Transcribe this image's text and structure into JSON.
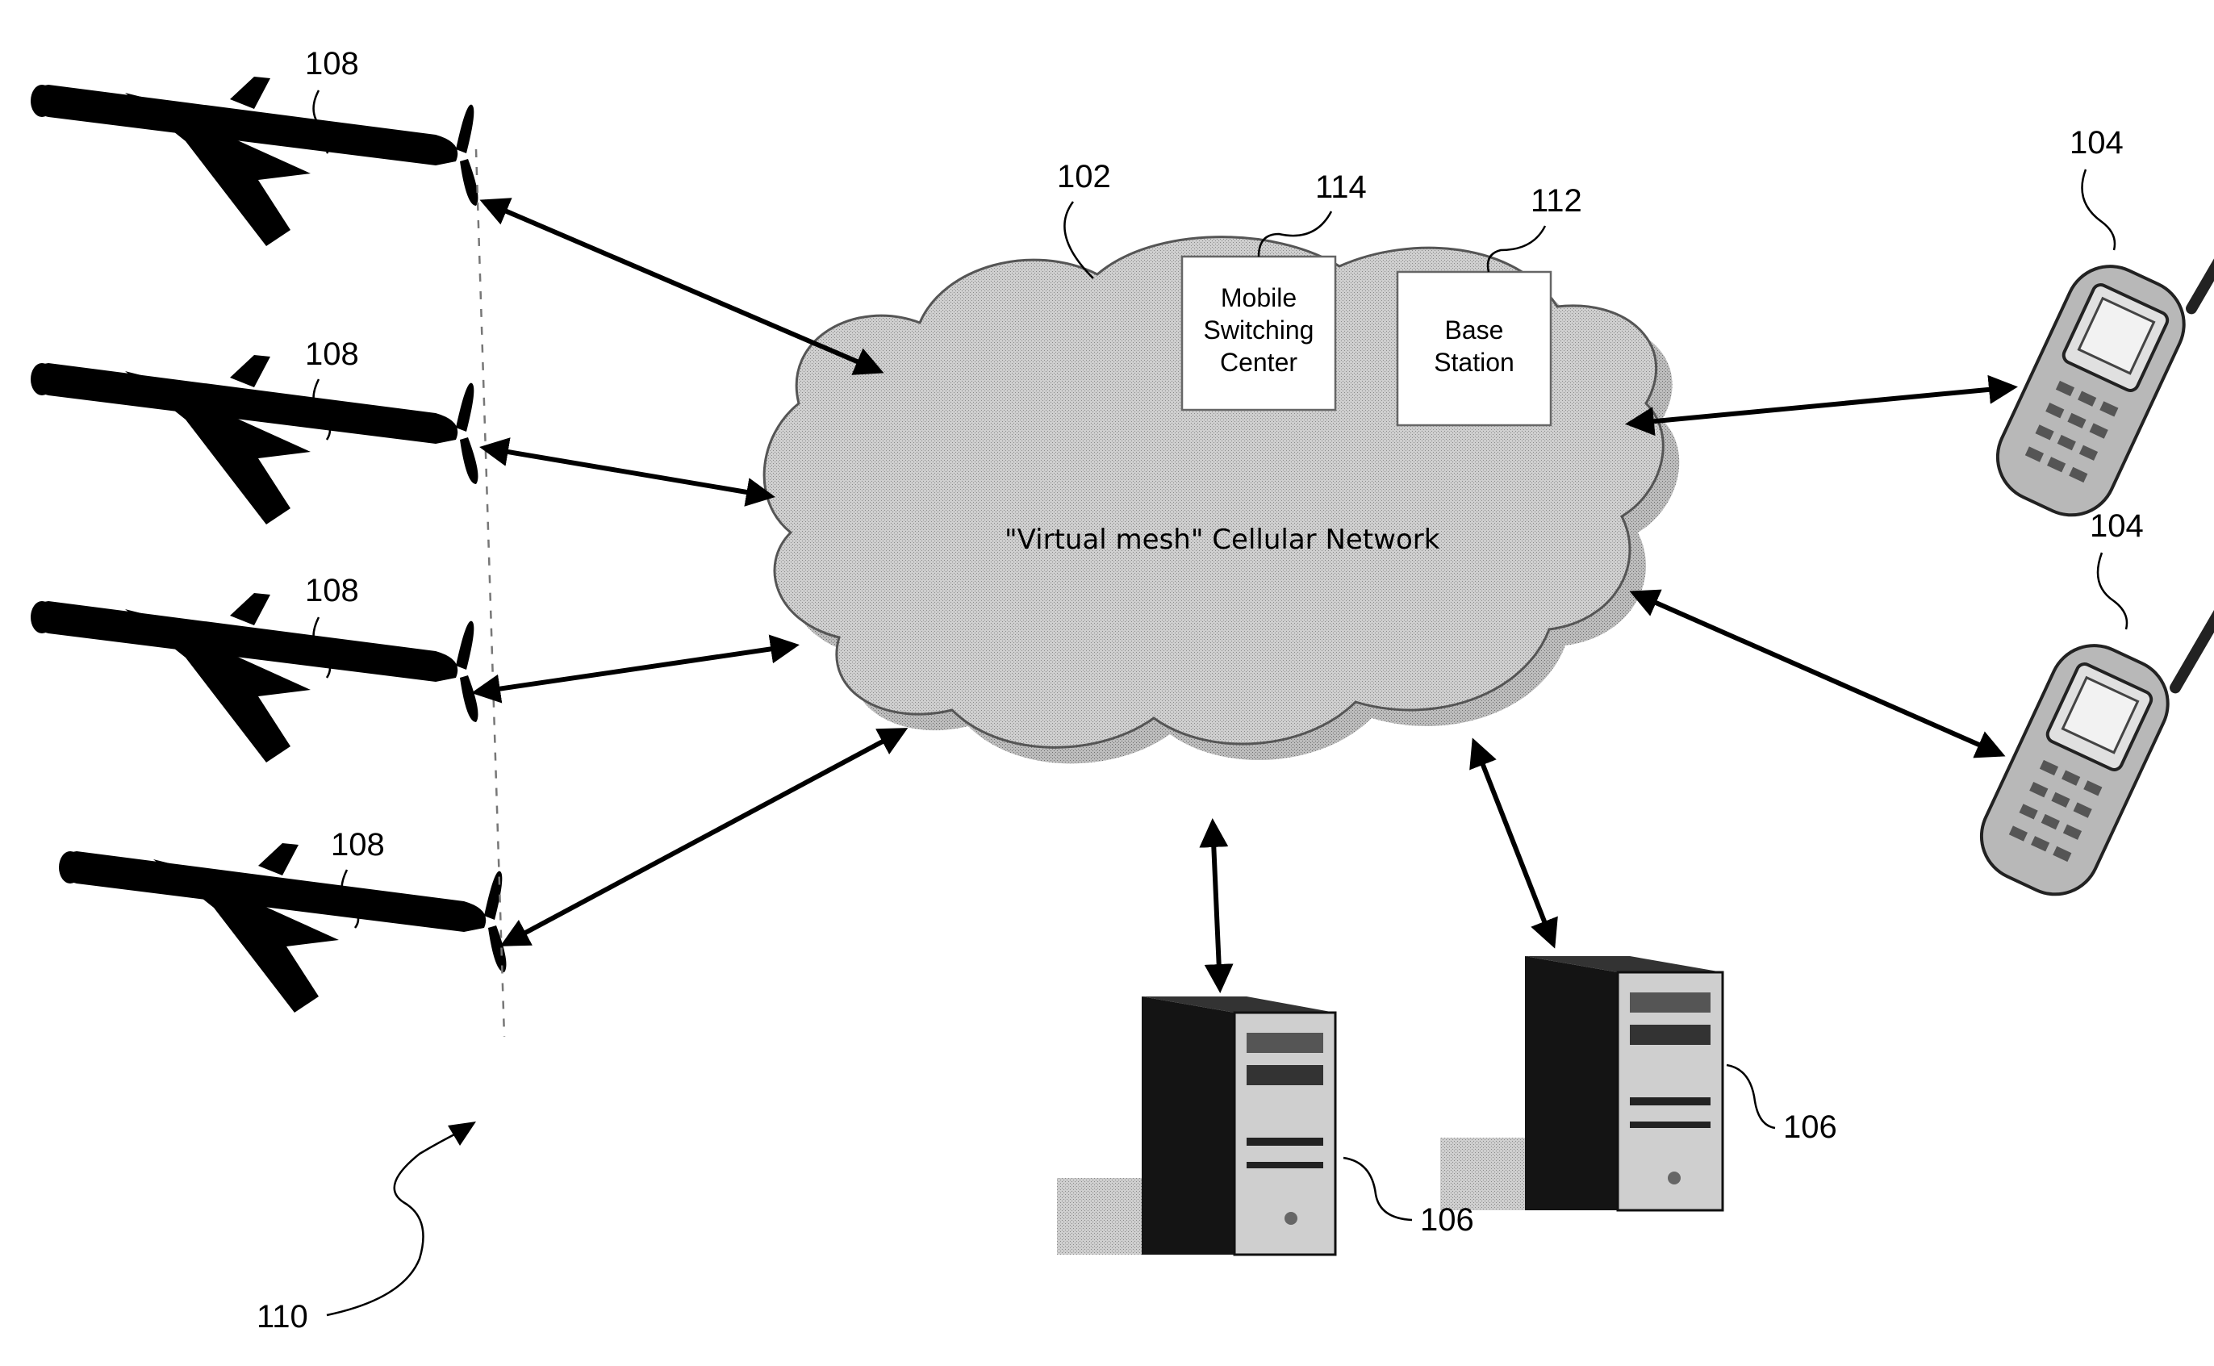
{
  "network": {
    "label": "\"Virtual mesh\" Cellular Network",
    "ref": "102"
  },
  "msc": {
    "lines": [
      "Mobile",
      "Switching",
      "Center"
    ],
    "ref": "114"
  },
  "base_station": {
    "lines": [
      "Base",
      "Station"
    ],
    "ref": "112"
  },
  "uavs": [
    {
      "ref": "108"
    },
    {
      "ref": "108"
    },
    {
      "ref": "108"
    },
    {
      "ref": "108"
    }
  ],
  "phones": [
    {
      "ref": "104"
    },
    {
      "ref": "104"
    }
  ],
  "servers": [
    {
      "ref": "106"
    },
    {
      "ref": "106"
    }
  ],
  "group": {
    "ref": "110"
  },
  "colors": {
    "cloud": "#c4c4c4",
    "cloud_shadow": "#8f8f8f",
    "server": "#141414",
    "phone": "#b8b8b8"
  }
}
